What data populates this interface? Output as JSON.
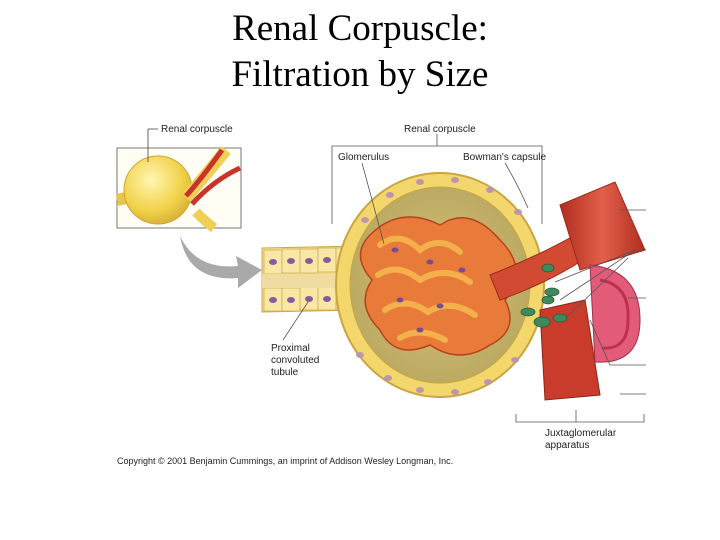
{
  "slide": {
    "title_line1": "Renal Corpuscle:",
    "title_line2": "Filtration by Size"
  },
  "figure": {
    "labels": {
      "inset_renal_corpuscle": "Renal corpuscle",
      "renal_corpuscle": "Renal corpuscle",
      "glomerulus": "Glomerulus",
      "bowmans_capsule": "Bowman's capsule",
      "proximal_line1": "Proximal",
      "proximal_line2": "convoluted",
      "proximal_line3": "tubule",
      "jga_line1": "Juxtaglomerular",
      "jga_line2": "apparatus"
    },
    "copyright": "Copyright © 2001 Benjamin Cummings, an imprint of Addison Wesley Longman, Inc."
  },
  "colors": {
    "capsule_yellow": "#f2d25a",
    "capillary_red": "#d8402a",
    "vessel_red": "#c93b2a",
    "macula_green": "#3f8a5c",
    "arrow_gray": "#a9a9a9"
  }
}
